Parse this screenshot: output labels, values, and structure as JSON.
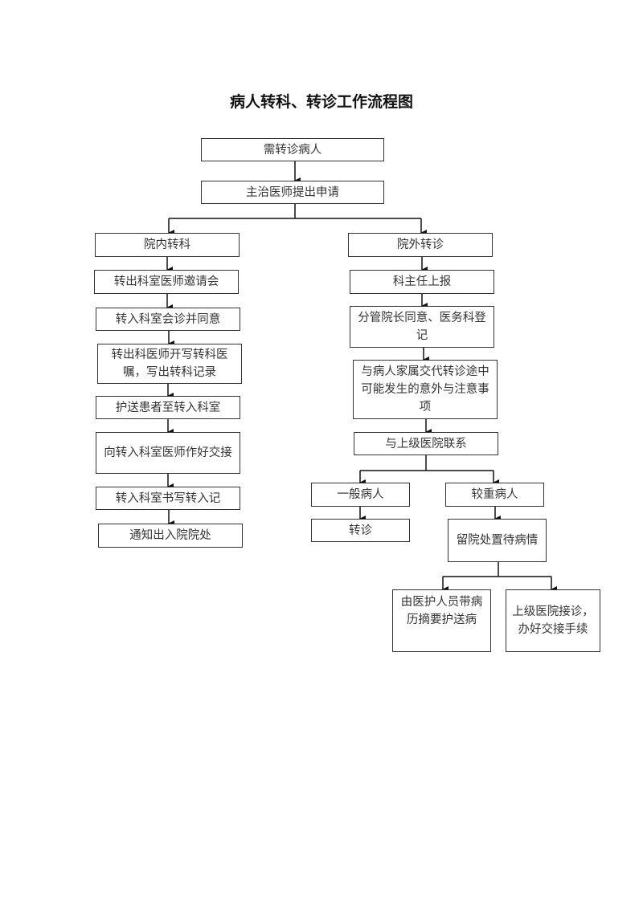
{
  "title": "病人转科、转诊工作流程图",
  "top": {
    "start": "需转诊病人",
    "apply": "主治医师提出申请"
  },
  "left": {
    "head": "院内转科",
    "steps": [
      "转出科室医师邀请会",
      "转入科室会诊并同意",
      "转出科医师开写转科医嘱，写出转科记录",
      "护送患者至转入科室",
      "向转入科室医师作好交接",
      "转入科室书写转入记",
      "通知出入院院处"
    ]
  },
  "right": {
    "head": "院外转诊",
    "steps": [
      "科主任上报",
      "分管院长同意、医务科登记",
      "与病人家属交代转诊途中可能发生的意外与注意事项",
      "与上级医院联系"
    ],
    "general": "一般病人",
    "general_action": "转诊",
    "severe": "较重病人",
    "severe_action": "留院处置待病情",
    "escort": "由医护人员带病历摘要护送病",
    "receive": "上级医院接诊，办好交接手续"
  }
}
